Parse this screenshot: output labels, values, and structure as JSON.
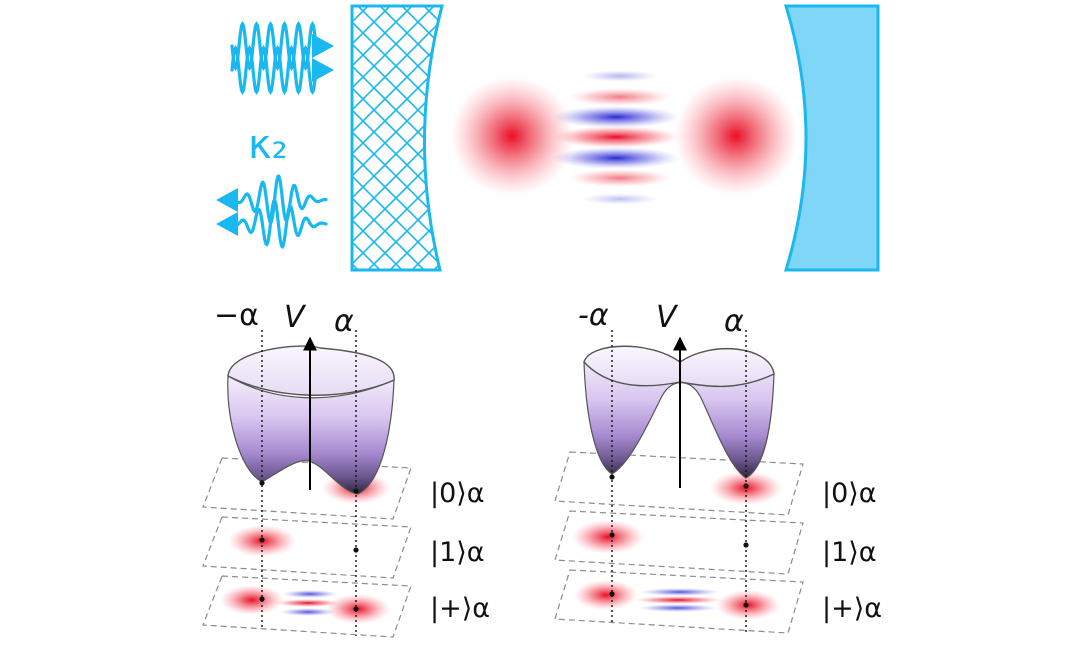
{
  "colors": {
    "cyan": "#19b8f0",
    "mirror_fill": "#7fd6f7",
    "red": "#e8001a",
    "blue": "#1f1fd0",
    "potential_top": "#f1e9fb",
    "potential_bottom": "#3a2b4e"
  },
  "top": {
    "loss_label": "κ₂"
  },
  "panels": [
    {
      "minus_alpha": "−α",
      "v_label": "V",
      "plus_alpha": "α",
      "state_0": "|0⟩α",
      "state_1": "|1⟩α",
      "state_plus": "|+⟩α"
    },
    {
      "minus_alpha": "-α",
      "v_label": "V",
      "plus_alpha": "α",
      "state_0": "|0⟩α",
      "state_1": "|1⟩α",
      "state_plus": "|+⟩α"
    }
  ]
}
